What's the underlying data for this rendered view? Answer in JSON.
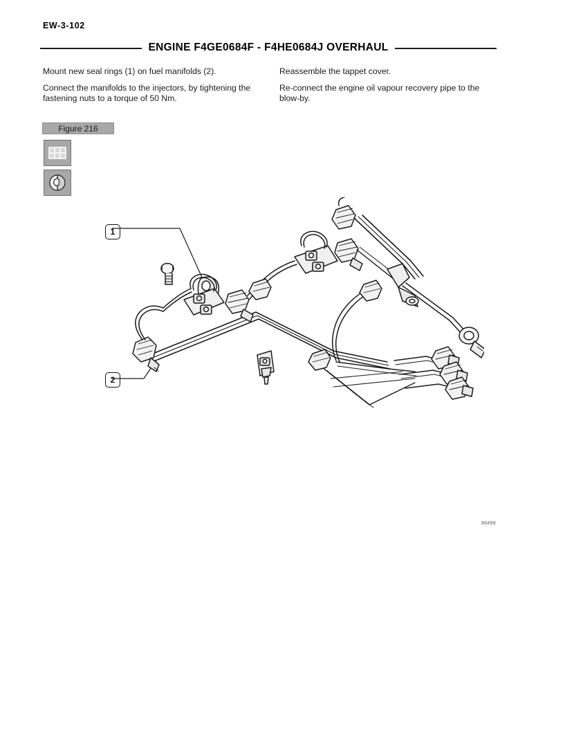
{
  "header": {
    "page_number": "EW-3-102",
    "title": "ENGINE F4GE0684F - F4HE0684J OVERHAUL"
  },
  "body": {
    "left_column": [
      "Mount new seal rings (1) on fuel manifolds (2).",
      "Connect the manifolds to the injectors, by tightening the fastening nuts to a torque of 50 Nm."
    ],
    "right_column": [
      "Reassemble the tappet cover.",
      "Re-connect the engine oil vapour recovery pipe to the blow-by."
    ]
  },
  "figure": {
    "label": "Figure 216",
    "id": "86499",
    "icons": [
      {
        "name": "grid-table-icon"
      },
      {
        "name": "half-disc-icon"
      }
    ],
    "callouts": [
      {
        "number": "1"
      },
      {
        "number": "2"
      }
    ]
  }
}
